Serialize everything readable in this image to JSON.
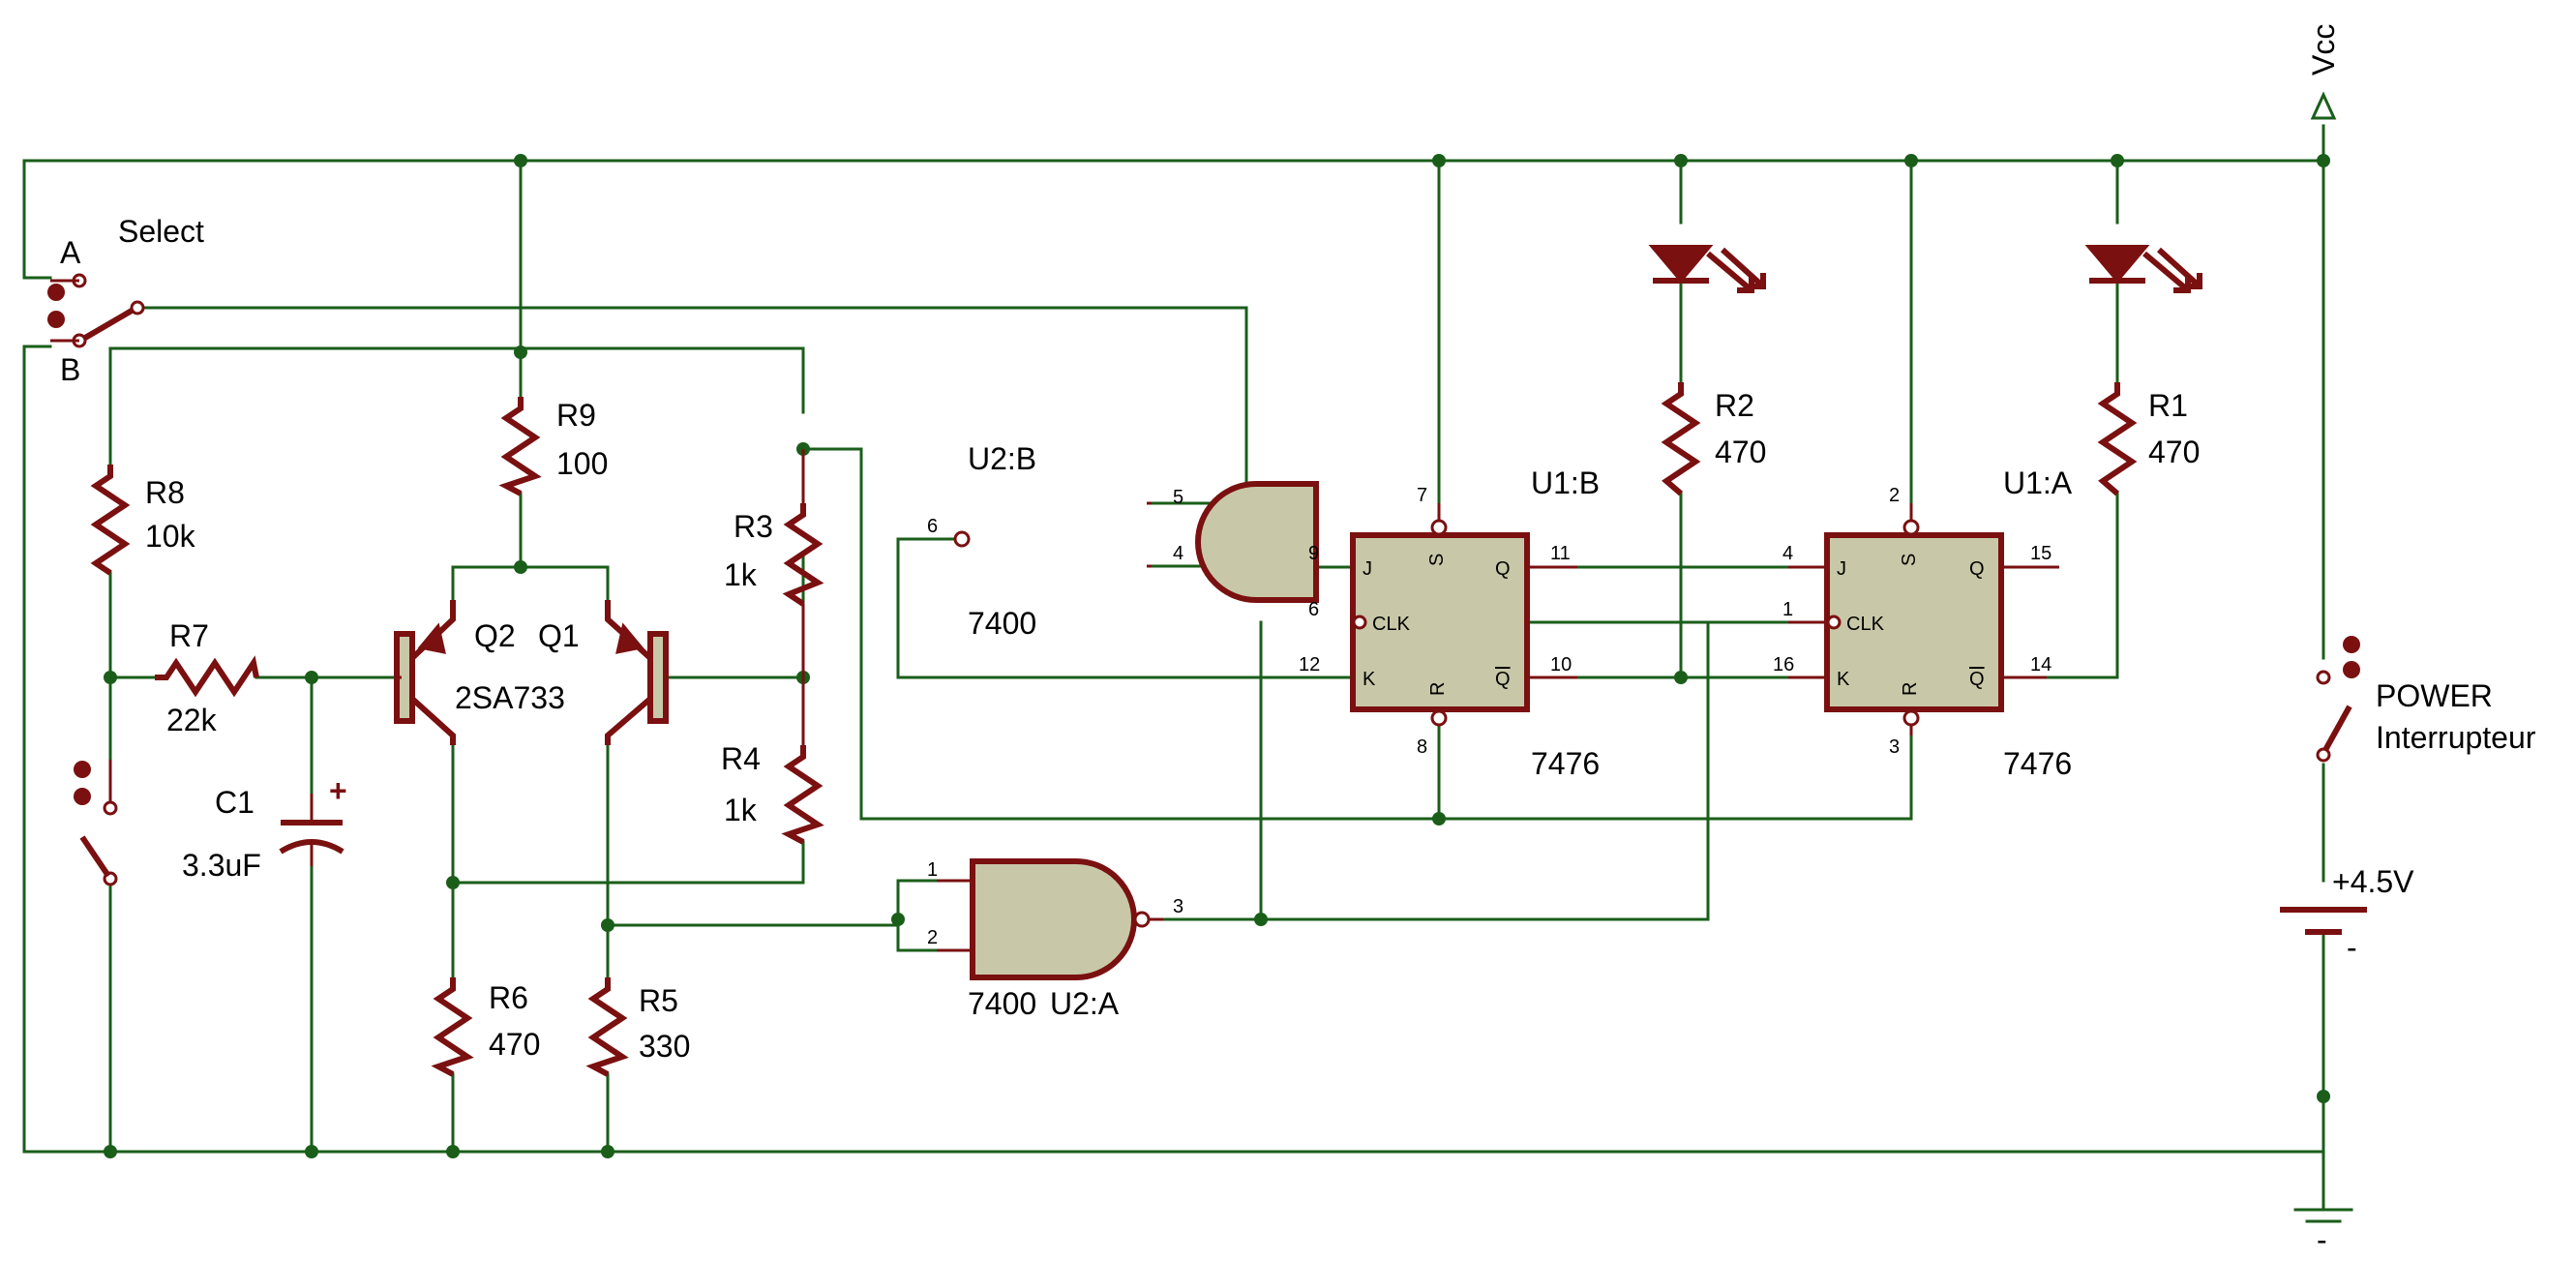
{
  "power": {
    "vcc": "Vcc",
    "battery_voltage": "+4.5V",
    "battery_minus": "-",
    "switch_label_1": "POWER",
    "switch_label_2": "Interrupteur",
    "ground_minus": "-"
  },
  "select_switch": {
    "title": "Select",
    "pos_a": "A",
    "pos_b": "B"
  },
  "resistors": {
    "R1": {
      "ref": "R1",
      "value": "470"
    },
    "R2": {
      "ref": "R2",
      "value": "470"
    },
    "R3": {
      "ref": "R3",
      "value": "1k"
    },
    "R4": {
      "ref": "R4",
      "value": "1k"
    },
    "R5": {
      "ref": "R5",
      "value": "330"
    },
    "R6": {
      "ref": "R6",
      "value": "470"
    },
    "R7": {
      "ref": "R7",
      "value": "22k"
    },
    "R8": {
      "ref": "R8",
      "value": "10k"
    },
    "R9": {
      "ref": "R9",
      "value": "100"
    }
  },
  "capacitor": {
    "ref": "C1",
    "value": "3.3uF",
    "plus": "+"
  },
  "transistors": {
    "q2": "Q2",
    "q1": "Q1",
    "part": "2SA733"
  },
  "gates": {
    "u2b": {
      "ref": "U2:B",
      "part": "7400",
      "pins": {
        "out": "6",
        "a": "5",
        "b": "4"
      }
    },
    "u2a": {
      "ref": "U2:A",
      "part": "7400",
      "pins": {
        "a": "1",
        "b": "2",
        "out": "3"
      }
    }
  },
  "flipflops": {
    "u1b": {
      "ref": "U1:B",
      "part": "7476",
      "labels": {
        "j": "J",
        "s": "S",
        "q": "Q",
        "clk": "CLK",
        "k": "K",
        "r": "R",
        "qbar": "Q"
      },
      "pins": {
        "j": "9",
        "s": "7",
        "q": "11",
        "clk": "6",
        "k": "12",
        "r": "8",
        "qbar": "10"
      }
    },
    "u1a": {
      "ref": "U1:A",
      "part": "7476",
      "labels": {
        "j": "J",
        "s": "S",
        "q": "Q",
        "clk": "CLK",
        "k": "K",
        "r": "R",
        "qbar": "Q"
      },
      "pins": {
        "j": "4",
        "s": "2",
        "q": "15",
        "clk": "1",
        "k": "16",
        "r": "3",
        "qbar": "14"
      }
    }
  }
}
